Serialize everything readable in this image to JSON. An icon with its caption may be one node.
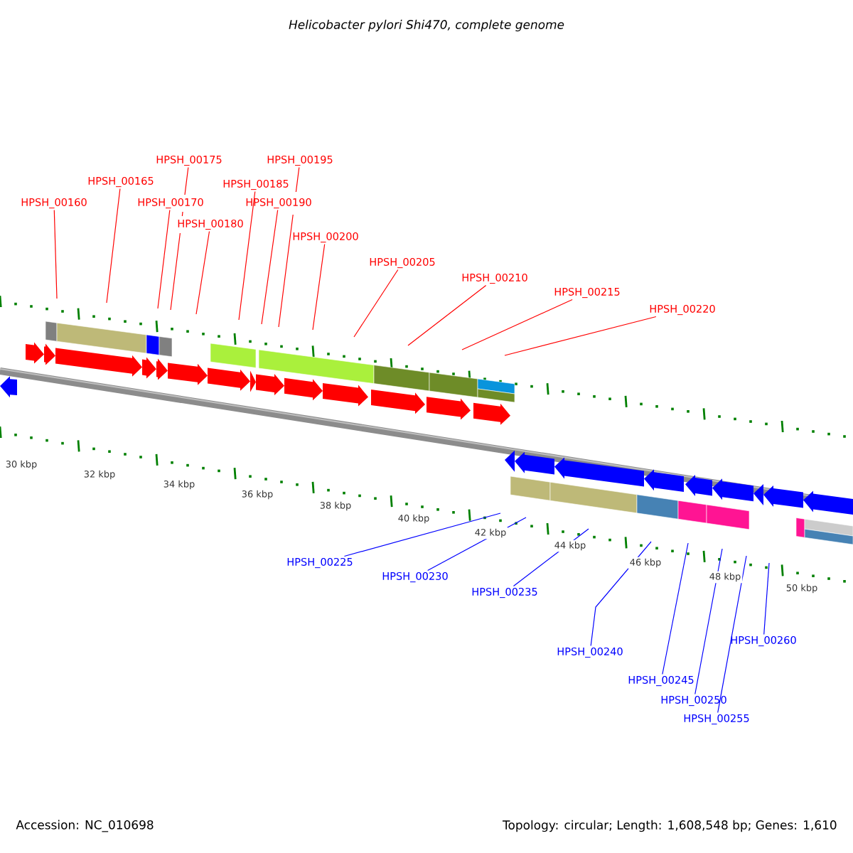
{
  "diagram": {
    "title": "*Helicobacter pylori* Shi470, complete genome",
    "nodes": [
      {
        "text": [
          "HPSH_00160"
        ]
      },
      {
        "text": [
          "HPSH_00165"
        ]
      },
      {
        "text": [
          "HPSH_00175"
        ]
      },
      {
        "text": [
          "HPSH_00170"
        ]
      },
      {
        "text": [
          "HPSH_00180"
        ]
      },
      {
        "text": [
          "HPSH_00185"
        ]
      },
      {
        "text": [
          "HPSH_00195"
        ]
      },
      {
        "text": [
          "HPSH_00190"
        ]
      },
      {
        "text": [
          "HPSH_00200"
        ]
      },
      {
        "text": [
          "HPSH_00205"
        ]
      },
      {
        "text": [
          "HPSH_00210"
        ]
      },
      {
        "text": [
          "HPSH_00215"
        ]
      },
      {
        "text": [
          "HPSH_00220"
        ]
      },
      {
        "text": [
          "HPSH_00225"
        ]
      },
      {
        "text": [
          "HPSH_00230"
        ]
      },
      {
        "text": [
          "HPSH_00235"
        ]
      },
      {
        "text": [
          "HPSH_00240"
        ]
      },
      {
        "text": [
          "HPSH_00245"
        ]
      },
      {
        "text": [
          "HPSH_00250"
        ]
      },
      {
        "text": [
          "HPSH_00255"
        ]
      },
      {
        "text": [
          "HPSH_00260"
        ]
      },
      {
        "text": [],
        "shape": "bar"
      },
      {
        "text": [],
        "shape": "bar"
      },
      {
        "text": [],
        "shape": "bar"
      },
      {
        "text": [],
        "shape": "bar"
      },
      {
        "text": [],
        "shape": "bar"
      },
      {
        "text": [],
        "shape": "bar"
      },
      {
        "text": [],
        "shape": "bar"
      },
      {
        "text": [],
        "shape": "bar"
      },
      {
        "text": [],
        "shape": "bar"
      },
      {
        "text": [],
        "shape": "bar"
      },
      {
        "text": [],
        "shape": "pentagon"
      },
      {
        "text": [],
        "shape": "pentagon"
      },
      {
        "text": [],
        "shape": "pentagon"
      },
      {
        "text": [],
        "shape": "pentagon"
      },
      {
        "text": [],
        "shape": "pentagon"
      },
      {
        "text": [],
        "shape": "pentagon"
      },
      {
        "text": [],
        "shape": "pentagon"
      },
      {
        "text": [],
        "shape": "pentagon"
      },
      {
        "text": [],
        "shape": "pentagon"
      },
      {
        "text": [],
        "shape": "pentagon"
      },
      {
        "text": [],
        "shape": "pentagon"
      },
      {
        "text": [],
        "shape": "pentagon"
      },
      {
        "text": [],
        "shape": "pentagon"
      },
      {
        "text": [],
        "shape": "pentagon"
      },
      {
        "text": [],
        "shape": "pentagon"
      },
      {
        "text": [],
        "shape": "pentagon"
      },
      {
        "text": [],
        "shape": "pentagon"
      },
      {
        "text": [],
        "shape": "pentagon"
      },
      {
        "text": [],
        "shape": "pentagon"
      },
      {
        "text": [],
        "shape": "pentagon"
      },
      {
        "text": [],
        "shape": "pentagon"
      },
      {
        "text": [],
        "shape": "pentagon"
      },
      {
        "text": [],
        "shape": "pentagon"
      },
      {
        "text": [],
        "shape": "pentagon"
      },
      {
        "text": [],
        "shape": "bar"
      },
      {
        "text": [],
        "shape": "bar"
      },
      {
        "text": [],
        "shape": "bar"
      },
      {
        "text": [],
        "shape": "bar"
      },
      {
        "text": [],
        "shape": "bar"
      },
      {
        "text": [],
        "shape": "bar"
      },
      {
        "text": [],
        "shape": "bar"
      },
      {
        "text": [],
        "shape": "bar"
      }
    ],
    "edges": [
      {
        "from": 0,
        "to": null,
        "arrow": "none"
      },
      {
        "from": 1,
        "to": null,
        "arrow": "none"
      },
      {
        "from": 2,
        "to": null,
        "arrow": "none"
      },
      {
        "from": 3,
        "to": null,
        "arrow": "none"
      },
      {
        "from": 4,
        "to": null,
        "arrow": "none"
      },
      {
        "from": 5,
        "to": null,
        "arrow": "none"
      },
      {
        "from": 6,
        "to": null,
        "arrow": "none"
      },
      {
        "from": 7,
        "to": null,
        "arrow": "none"
      },
      {
        "from": 8,
        "to": null,
        "arrow": "none"
      },
      {
        "from": 9,
        "to": null,
        "arrow": "none"
      },
      {
        "from": 10,
        "to": null,
        "arrow": "none"
      },
      {
        "from": 11,
        "to": null,
        "arrow": "none"
      },
      {
        "from": 12,
        "to": null,
        "arrow": "none"
      },
      {
        "from": 13,
        "to": null,
        "arrow": "none",
        "color": "#0000ff"
      },
      {
        "from": 14,
        "to": null,
        "arrow": "none",
        "color": "#0000ff"
      },
      {
        "from": 15,
        "to": null,
        "arrow": "none",
        "color": "#0000ff"
      },
      {
        "from": 16,
        "to": null,
        "arrow": "none",
        "color": "#0000ff"
      },
      {
        "from": 17,
        "to": null,
        "arrow": "none",
        "color": "#0000ff"
      },
      {
        "from": 18,
        "to": null,
        "arrow": "none",
        "color": "#0000ff"
      },
      {
        "from": 19,
        "to": null,
        "arrow": "none",
        "color": "#0000ff"
      },
      {
        "from": 20,
        "to": null,
        "arrow": "none",
        "color": "#0000ff"
      }
    ],
    "labels": [
      "30 kbp",
      "32 kbp",
      "34 kbp",
      "36 kbp",
      "38 kbp",
      "40 kbp",
      "42 kbp",
      "44 kbp",
      "46 kbp",
      "48 kbp",
      "50 kbp",
      "Accession: NC_010698",
      "Topology: circular; Length: 1,608,548 bp; Genes: 1,610"
    ]
  }
}
